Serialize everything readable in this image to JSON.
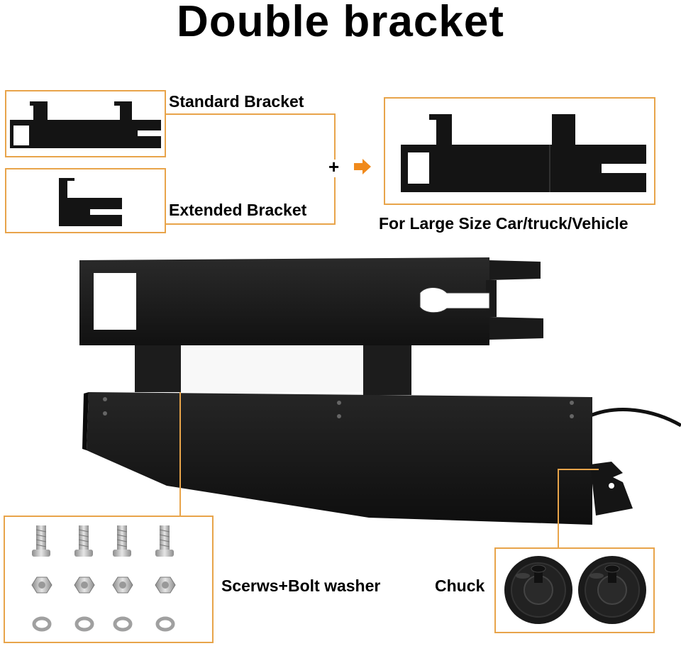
{
  "title": "Double bracket",
  "labels": {
    "standard_bracket": "Standard Bracket",
    "extended_bracket": "Extended Bracket",
    "plus": "+",
    "combined_caption": "For Large Size Car/truck/Vehicle",
    "screws": "Scerws+Bolt washer",
    "chuck": "Chuck"
  },
  "colors": {
    "accent_orange": "#e8a44a",
    "arrow_orange": "#f08a1c",
    "bracket_black": "#141414",
    "metal_gray": "#b8b8b8"
  },
  "icons": {
    "arrow": "arrow-right-icon"
  }
}
